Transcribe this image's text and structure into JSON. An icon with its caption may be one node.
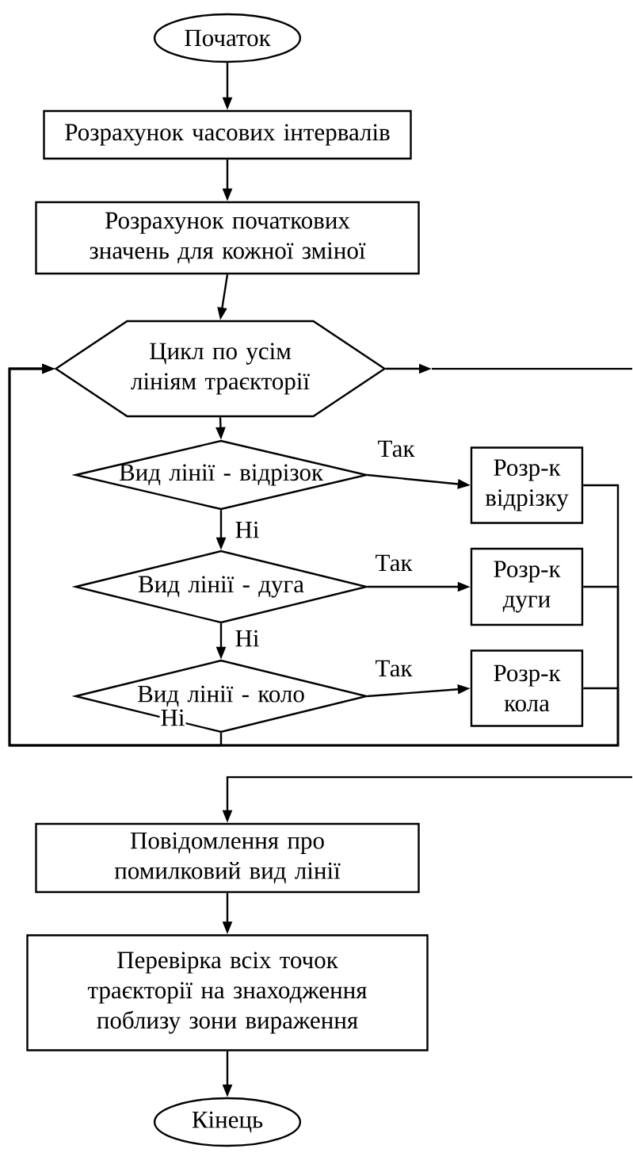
{
  "diagram": {
    "nodes": [
      {
        "text": [
          "Початок"
        ]
      },
      {
        "text": [
          "Розрахунок часових інтервалів"
        ]
      },
      {
        "text": [
          "Розрахунок початкових значень для кожної зміної"
        ]
      },
      {
        "text": [
          "Цикл по усім лініям траєкторії"
        ]
      },
      {
        "text": [
          "Вид лінії - відрізок"
        ]
      },
      {
        "text": [
          "Розр-к відрізку"
        ]
      },
      {
        "text": [
          "Вид лінії - дуга"
        ]
      },
      {
        "text": [
          "Розр-к дуги"
        ]
      },
      {
        "text": [
          "Вид лінії - коло"
        ]
      },
      {
        "text": [
          "Розр-к кола"
        ]
      },
      {
        "text": [
          "Повідомлення про помилковий вид лінії"
        ]
      },
      {
        "text": [
          "Перевірка всіх точок траєкторії на знаходження поблизу зони вираження"
        ]
      },
      {
        "text": [
          "Кінець"
        ]
      }
    ],
    "edges": [
      {
        "from": 0,
        "to": 1,
        "arrow": "to"
      },
      {
        "from": 1,
        "to": 2,
        "arrow": "to"
      },
      {
        "from": 2,
        "to": 3,
        "arrow": "to"
      },
      {
        "from": 3,
        "to": 4,
        "arrow": "to"
      },
      {
        "from": 4,
        "to": 5,
        "arrow": "to",
        "label": "Так"
      },
      {
        "from": 4,
        "to": 6,
        "arrow": "to",
        "label": "Ні"
      },
      {
        "from": 6,
        "to": 7,
        "arrow": "to",
        "label": "Так"
      },
      {
        "from": 6,
        "to": 8,
        "arrow": "to",
        "label": "Ні"
      },
      {
        "from": 8,
        "to": 9,
        "arrow": "to",
        "label": "Так"
      },
      {
        "from": 5,
        "to": 3,
        "arrow": "to"
      },
      {
        "from": 7,
        "to": 3,
        "arrow": "to"
      },
      {
        "from": 9,
        "to": 3,
        "arrow": "to"
      },
      {
        "from": 8,
        "to": 3,
        "arrow": "to",
        "label": "Ні"
      },
      {
        "from": 3,
        "to": null,
        "arrow": "to"
      },
      {
        "from": null,
        "to": 10,
        "arrow": "to"
      },
      {
        "from": 10,
        "to": 11,
        "arrow": "to"
      },
      {
        "from": 11,
        "to": 12,
        "arrow": "to"
      }
    ]
  }
}
